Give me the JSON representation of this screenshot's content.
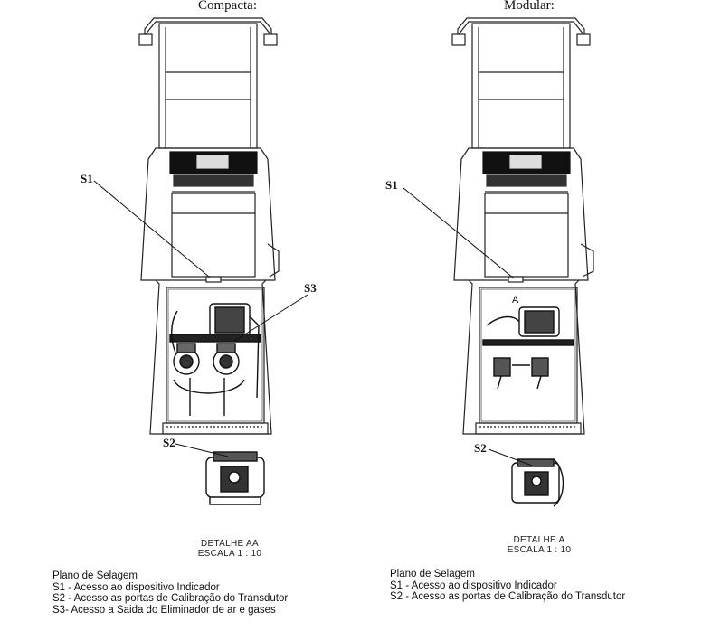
{
  "left": {
    "title": "Compacta:",
    "callouts": {
      "s1": "S1",
      "s2": "S2",
      "s3": "S3"
    },
    "detail": {
      "name": "DETALHE AA",
      "scale": "ESCALA 1 : 10"
    },
    "legend": {
      "heading": "Plano de Selagem",
      "items": [
        "S1 - Acesso ao dispositivo Indicador",
        "S2 - Acesso as portas de Calibração do Transdutor",
        "S3- Acesso a Saida do Eliminador de ar e gases"
      ]
    }
  },
  "right": {
    "title": "Modular:",
    "callouts": {
      "s1": "S1",
      "s2": "S2",
      "a": "A"
    },
    "detail": {
      "name": "DETALHE A",
      "scale": "ESCALA 1 : 10"
    },
    "legend": {
      "heading": "Plano de Selagem",
      "items": [
        "S1 - Acesso ao dispositivo Indicador",
        "S2 - Acesso as portas de Calibração do Transdutor"
      ]
    }
  }
}
